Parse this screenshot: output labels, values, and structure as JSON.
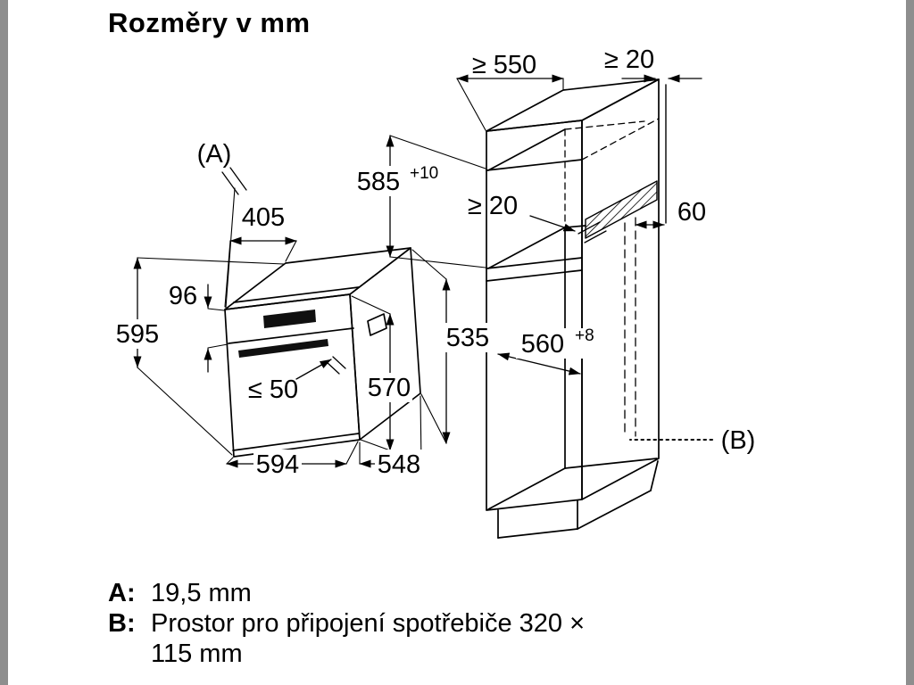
{
  "page": {
    "title": "Rozměry v mm"
  },
  "oven": {
    "label_a": "(A)",
    "top_depth": "405",
    "panel_height": "96",
    "height": "595",
    "handle_depth": "≤ 50",
    "front_height": "570",
    "body_height": "535",
    "width": "594",
    "depth": "548"
  },
  "cabinet": {
    "top_depth": "≥ 550",
    "rear_gap": "≥ 20",
    "niche_height": "585",
    "niche_height_tol": "+10",
    "vent_gap": "≥ 20",
    "vent_depth": "60",
    "niche_width": "560",
    "niche_width_tol": "+8",
    "label_b": "(B)"
  },
  "legend": {
    "a_key": "A:",
    "a_value": "19,5 mm",
    "b_key": "B:",
    "b_value_line1": "Prostor pro připojení spotřebiče 320 ×",
    "b_value_line2": "115 mm"
  }
}
